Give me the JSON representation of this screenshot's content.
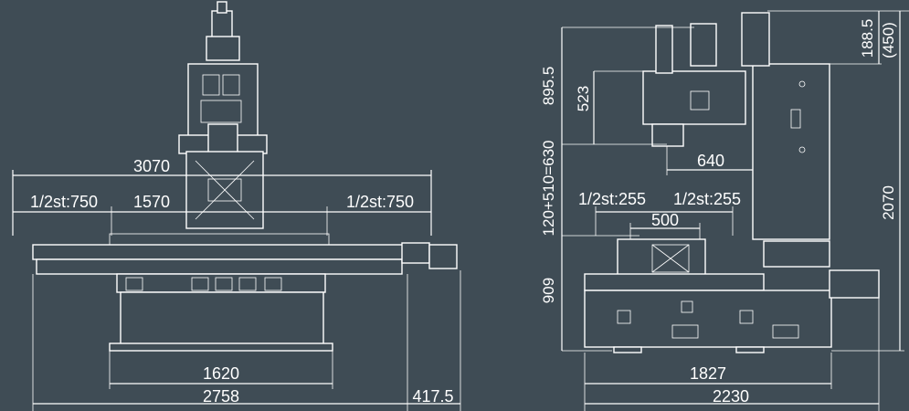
{
  "front_view": {
    "overall_width": "3070",
    "half_stroke_left": "1/2st:750",
    "center_width": "1570",
    "half_stroke_right": "1/2st:750",
    "base_width": "1620",
    "total_width": "2758",
    "offset": "417.5"
  },
  "side_view": {
    "spindle_height": "895.5",
    "spindle_offset": "523",
    "z_travel": "120+510=630",
    "table_height": "909",
    "spindle_reach": "640",
    "half_stroke_left": "1/2st:255",
    "half_stroke_right": "1/2st:255",
    "table_width": "500",
    "top_offset": "188.5",
    "top_clearance": "(450)",
    "total_height": "2070",
    "base_depth": "1827",
    "total_depth": "2230"
  },
  "colors": {
    "background": "#3f4c55",
    "lines": "#ffffff"
  }
}
